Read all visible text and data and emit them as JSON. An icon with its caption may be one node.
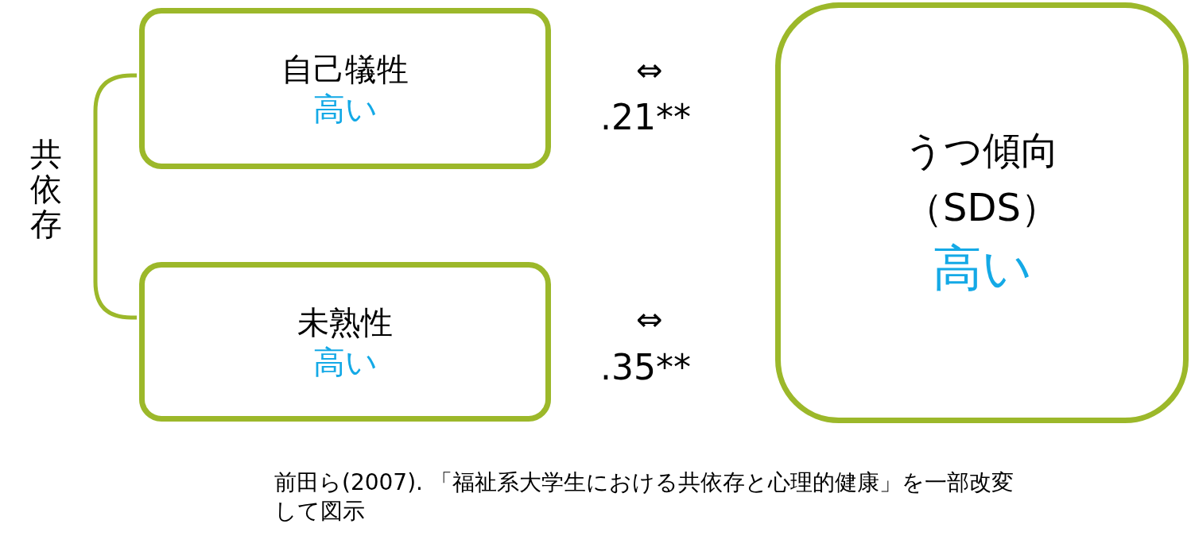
{
  "diagram": {
    "caption": "前田ら(2007). 「福祉系大学生における共依存と心理的健康」を一部改変して図示",
    "nodes": [
      {
        "text": [
          "自己犠牲",
          "高い"
        ]
      },
      {
        "text": [
          "未熟性",
          "高い"
        ]
      },
      {
        "text": [
          "うつ傾向",
          "（SDS）",
          "高い"
        ]
      }
    ],
    "labels": [
      "共依存",
      "⇔",
      ".21**",
      "⇔",
      ".35**"
    ]
  }
}
